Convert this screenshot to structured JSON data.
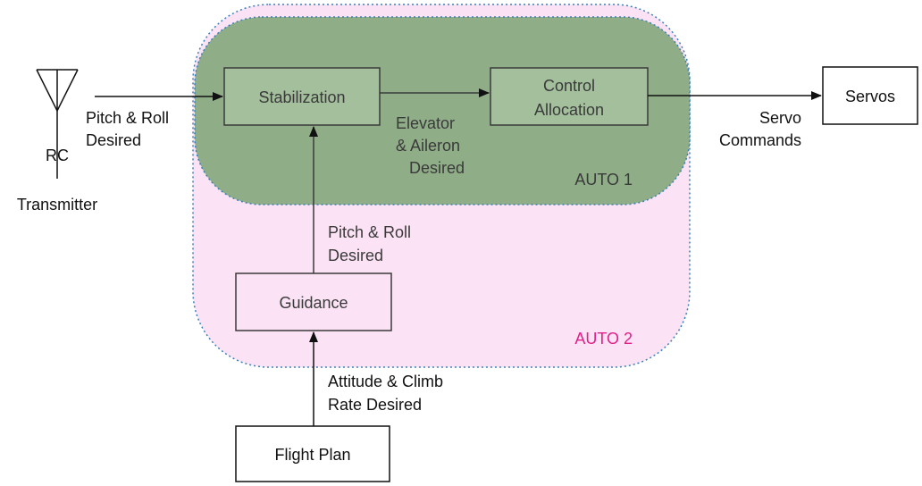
{
  "colors": {
    "auto2_fill": "#fbe3f5",
    "auto1_fill": "#8fae88",
    "region_border": "#3a7fb5",
    "auto2_label": "#e0218a",
    "inner_box_fill": "#a3bf9c",
    "line": "#111111"
  },
  "icons": {
    "antenna": "rc-antenna-icon"
  },
  "regions": {
    "auto1_label": "AUTO 1",
    "auto2_label": "AUTO 2"
  },
  "blocks": {
    "stabilization": "Stabilization",
    "control_allocation": [
      "Control",
      "Allocation"
    ],
    "servos": "Servos",
    "guidance": "Guidance",
    "flight_plan": "Flight Plan"
  },
  "labels": {
    "rc_transmitter": [
      "RC",
      "Transmitter"
    ],
    "pitch_roll_input": [
      "Pitch & Roll",
      "Desired"
    ],
    "elevator_aileron": [
      "Elevator",
      "& Aileron",
      "Desired"
    ],
    "servo_commands": [
      "Servo",
      "Commands"
    ],
    "pitch_roll_guidance": [
      "Pitch & Roll",
      "Desired"
    ],
    "attitude_climb": [
      "Attitude & Climb",
      "Rate Desired"
    ]
  }
}
